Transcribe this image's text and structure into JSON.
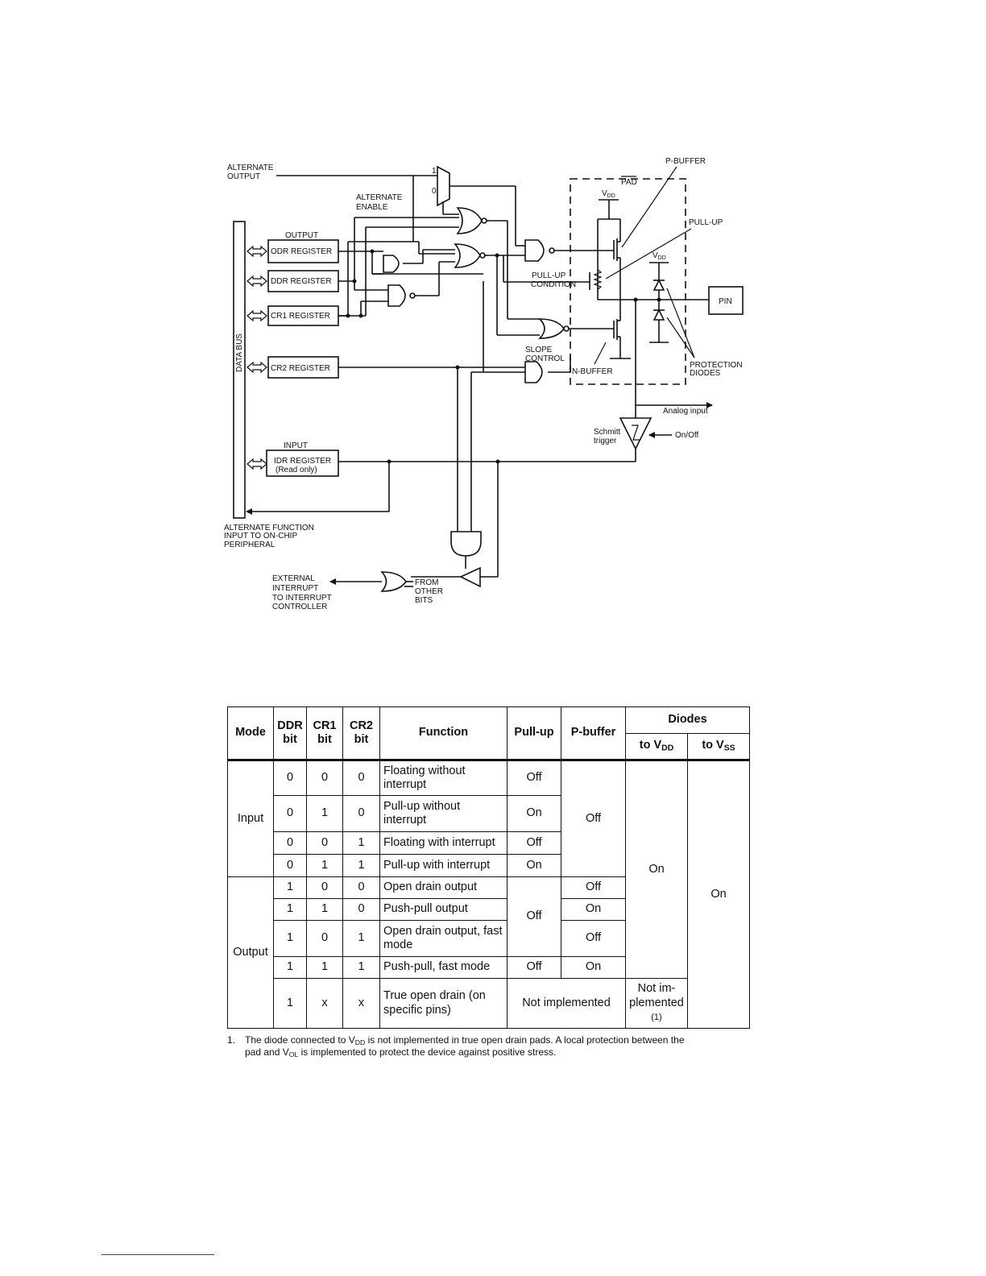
{
  "diagram": {
    "alternate_output": [
      "ALTERNATE",
      "OUTPUT"
    ],
    "mux_in1": "1",
    "mux_in0": "0",
    "alternate_enable": [
      "ALTERNATE",
      "ENABLE"
    ],
    "output_label": "OUTPUT",
    "odr": "ODR REGISTER",
    "ddr": "DDR REGISTER",
    "cr1": "CR1 REGISTER",
    "cr2": "CR2 REGISTER",
    "data_bus": "DATA BUS",
    "input_label": "INPUT",
    "idr": "IDR REGISTER",
    "idr_note": "(Read only)",
    "alt_function_input": [
      "ALTERNATE FUNCTION",
      "INPUT TO ON-CHIP",
      "PERIPHERAL"
    ],
    "external_interrupt": [
      "EXTERNAL",
      "INTERRUPT",
      "TO INTERRUPT",
      "CONTROLLER"
    ],
    "from_other_bits": [
      "FROM",
      "OTHER",
      "BITS"
    ],
    "p_buffer": "P-BUFFER",
    "pad": "PAD",
    "vdd": "V",
    "vdd_sub": "DD",
    "pull_up": "PULL-UP",
    "pull_up_condition": [
      "PULL-UP",
      "CONDITION"
    ],
    "slope_control": [
      "SLOPE",
      "CONTROL"
    ],
    "n_buffer": "N-BUFFER",
    "pin": "PIN",
    "protection_diodes": [
      "PROTECTION",
      "DIODES"
    ],
    "analog_input": "Analog input",
    "schmitt_trigger": [
      "Schmitt",
      "trigger"
    ],
    "on_off": "On/Off"
  },
  "table": {
    "headers": {
      "mode": "Mode",
      "ddr": [
        "DDR",
        "bit"
      ],
      "cr1": [
        "CR1",
        "bit"
      ],
      "cr2": [
        "CR2",
        "bit"
      ],
      "function": "Function",
      "pullup": "Pull-up",
      "pbuffer": "P-buffer",
      "diodes": "Diodes",
      "to_vdd": "to V",
      "to_vdd_sub": "DD",
      "to_vss": "to V",
      "to_vss_sub": "SS"
    },
    "modes": {
      "input": "Input",
      "output": "Output"
    },
    "rows": [
      {
        "ddr": "0",
        "cr1": "0",
        "cr2": "0",
        "function": "Floating without interrupt",
        "pullup": "Off"
      },
      {
        "ddr": "0",
        "cr1": "1",
        "cr2": "0",
        "function": "Pull-up without interrupt",
        "pullup": "On"
      },
      {
        "ddr": "0",
        "cr1": "0",
        "cr2": "1",
        "function": "Floating with interrupt",
        "pullup": "Off"
      },
      {
        "ddr": "0",
        "cr1": "1",
        "cr2": "1",
        "function": "Pull-up with interrupt",
        "pullup": "On"
      },
      {
        "ddr": "1",
        "cr1": "0",
        "cr2": "0",
        "function": "Open drain output",
        "pbuffer": "Off"
      },
      {
        "ddr": "1",
        "cr1": "1",
        "cr2": "0",
        "function": "Push-pull output",
        "pbuffer": "On"
      },
      {
        "ddr": "1",
        "cr1": "0",
        "cr2": "1",
        "function": "Open drain output, fast mode",
        "pbuffer": "Off"
      },
      {
        "ddr": "1",
        "cr1": "1",
        "cr2": "1",
        "function": "Push-pull, fast mode",
        "pullup": "Off",
        "pbuffer": "On"
      },
      {
        "ddr": "1",
        "cr1": "x",
        "cr2": "x",
        "function": "True open drain (on specific pins)",
        "merged": "Not implemented",
        "to_vdd": "Not im-plemented",
        "to_vdd_note": "(1)"
      }
    ],
    "input_pbuffer": "Off",
    "output_pullup": "Off",
    "to_vdd_main": "On",
    "to_vss_main": "On"
  },
  "footnote": {
    "number": "1.",
    "part1": "The diode connected to V",
    "sub1": "DD",
    "part2": " is not implemented in true open drain pads. A local protection between the",
    "part3": "pad and V",
    "sub2": "OL",
    "part4": " is implemented to protect the device against positive stress."
  }
}
